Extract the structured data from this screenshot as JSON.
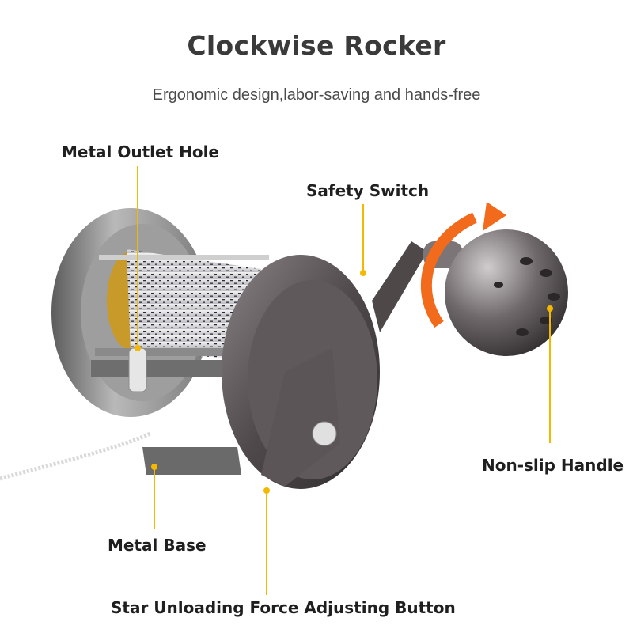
{
  "header": {
    "title": "Clockwise Rocker",
    "subtitle": "Ergonomic design,labor-saving and hands-free"
  },
  "callouts": {
    "metal_outlet_hole": "Metal Outlet Hole",
    "safety_switch": "Safety Switch",
    "non_slip_handle": "Non-slip Handle",
    "metal_base": "Metal Base",
    "star_drag_button": "Star Unloading Force Adjusting Button"
  },
  "colors": {
    "leader_line": "#f5b800",
    "rotation_arrow": "#f26a1b",
    "reel_body": "#5a5456",
    "spool_gold": "#c89a2a"
  },
  "icons": {
    "rotation": "clockwise-arrow-icon"
  }
}
